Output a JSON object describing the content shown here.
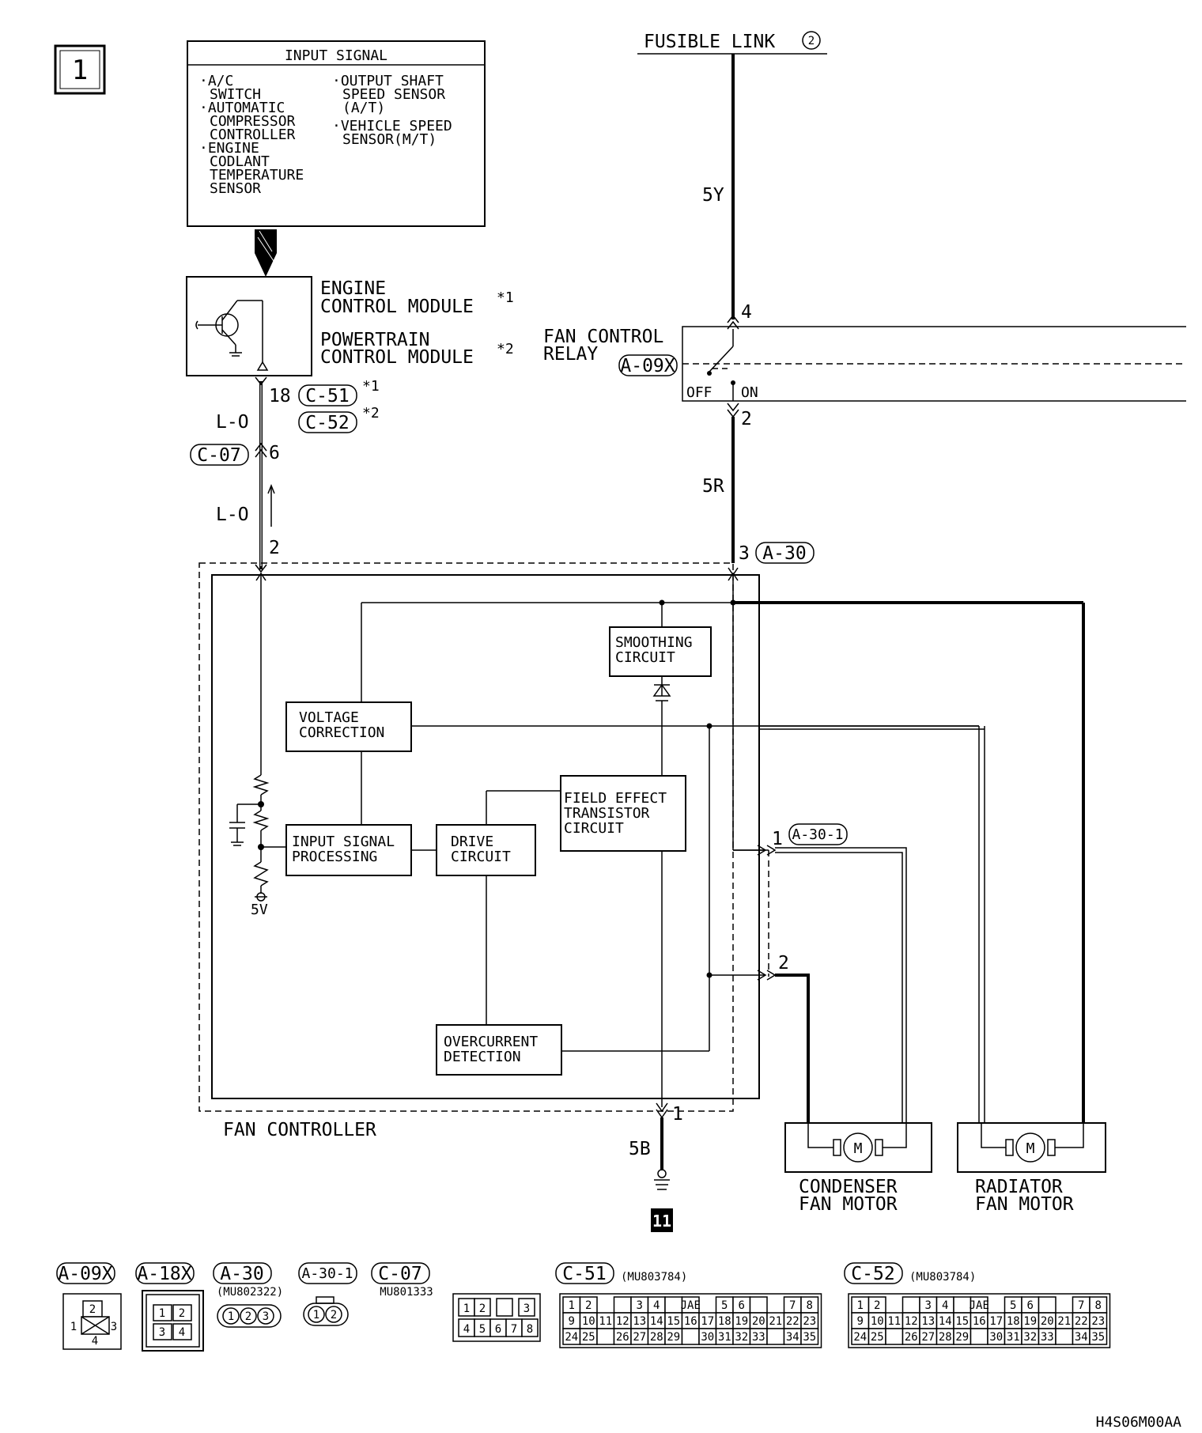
{
  "page_number": "1",
  "input_signal": {
    "title": "INPUT SIGNAL",
    "left_items": [
      [
        "·A/C",
        "SWITCH"
      ],
      [
        "·AUTOMATIC",
        "COMPRESSOR",
        "CONTROLLER"
      ],
      [
        "·ENGINE",
        "CODLANT",
        "TEMPERATURE",
        "SENSOR"
      ]
    ],
    "right_items": [
      [
        "·OUTPUT SHAFT",
        "SPEED SENSOR",
        "(A/T)"
      ],
      [
        "·VEHICLE SPEED",
        "SENSOR(M/T)"
      ]
    ]
  },
  "ecm": {
    "line1": "ENGINE",
    "line2": "CONTROL MODULE",
    "note1": "*1",
    "line3": "POWERTRAIN",
    "line4": "CONTROL MODULE",
    "note2": "*2"
  },
  "fusible_link": {
    "label": "FUSIBLE LINK",
    "number": "2"
  },
  "fan_control_relay": {
    "line1": "FAN CONTROL",
    "line2": "RELAY",
    "connector": "A-09X",
    "off": "OFF",
    "on": "ON",
    "pin_top": "4",
    "pin_bottom": "2"
  },
  "wires": {
    "w5y": "5Y",
    "w5r": "5R",
    "w5b": "5B",
    "lo_top": "L-O",
    "lo_bottom": "L-O"
  },
  "ecm_pins": {
    "pin": "18",
    "c51": "C-51",
    "c51_note": "*1",
    "c52": "C-52",
    "c52_note": "*2"
  },
  "c07": {
    "label": "C-07",
    "pin": "6"
  },
  "fan_controller": {
    "label": "FAN CONTROLLER",
    "pin_signal": "2",
    "pin_power": "3",
    "power_connector": "A-30",
    "pin_ground": "1",
    "five_v": "5V",
    "blocks": {
      "smoothing": [
        "SMOOTHING",
        "CIRCUIT"
      ],
      "voltage": [
        "VOLTAGE",
        "CORRECTION"
      ],
      "fet": [
        "FIELD EFFECT",
        "TRANSISTOR",
        "CIRCUIT"
      ],
      "input": [
        "INPUT SIGNAL",
        "PROCESSING"
      ],
      "drive": [
        "DRIVE",
        "CIRCUIT"
      ],
      "overcurrent": [
        "OVERCURRENT",
        "DETECTION"
      ]
    }
  },
  "a30_1": {
    "label": "A-30-1",
    "pin1": "1",
    "pin2": "2"
  },
  "condenser_motor": [
    "CONDENSER",
    "FAN MOTOR"
  ],
  "radiator_motor": [
    "RADIATOR",
    "FAN MOTOR"
  ],
  "motor_symbol": "M",
  "ground_number": "11",
  "connector_views": {
    "a09x": "A-09X",
    "a18x": "A-18X",
    "a30": "A-30",
    "a30_part": "(MU802322)",
    "a30_1": "A-30-1",
    "c07": "C-07",
    "c07_part": "MU801333",
    "c51": "C-51",
    "c51_part": "(MU803784)",
    "c52": "C-52",
    "c52_part": "(MU803784)",
    "jae": "JAE",
    "a09x_pins": [
      "2",
      "1",
      "3",
      "4"
    ],
    "a18x_pins": [
      "1",
      "2",
      "3",
      "4"
    ],
    "a30_pins": [
      "1",
      "2",
      "3"
    ],
    "a30_1_pins": [
      "1",
      "2"
    ],
    "c07_pins": [
      "1",
      "2",
      "3",
      "4",
      "5",
      "6",
      "7",
      "8"
    ],
    "row1": [
      "1",
      "2",
      "",
      "3",
      "4",
      "",
      "",
      "5",
      "6",
      "",
      "7",
      "8"
    ],
    "row2": [
      "9",
      "10",
      "11",
      "12",
      "13",
      "14",
      "15",
      "16",
      "17",
      "18",
      "19",
      "20",
      "21",
      "22",
      "23"
    ],
    "row3": [
      "24",
      "25",
      "",
      "26",
      "27",
      "28",
      "29",
      "",
      "30",
      "31",
      "32",
      "33",
      "",
      "34",
      "35"
    ]
  },
  "figure_code": "H4S06M00AA"
}
